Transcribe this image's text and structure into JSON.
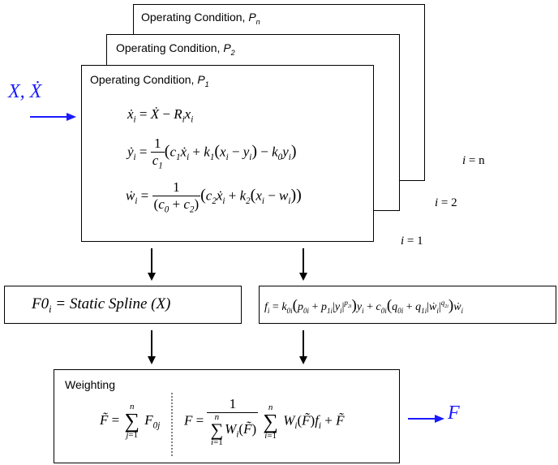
{
  "input_label": "X, Ẋ",
  "output_label": "F",
  "boxes": {
    "condition_n": {
      "title_text": "Operating Condition, ",
      "title_param": "P",
      "title_sub": "n"
    },
    "condition_2": {
      "title_text": "Operating Condition, ",
      "title_param": "P",
      "title_sub": "2"
    },
    "condition_1": {
      "title_text": "Operating Condition, ",
      "title_param": "P",
      "title_sub": "1"
    },
    "static_spline": {
      "lhs": "F0",
      "lhs_sub": "i",
      "rhs": "= Static Spline (X)"
    },
    "weighting": {
      "title": "Weighting"
    }
  },
  "index_labels": {
    "n": {
      "var": "i",
      "rest": " = n"
    },
    "two": {
      "var": "i",
      "rest": " = 2"
    },
    "one": {
      "var": "i",
      "rest": " = 1"
    }
  },
  "colors": {
    "blue": "#1a1aff",
    "line": "#000000"
  }
}
